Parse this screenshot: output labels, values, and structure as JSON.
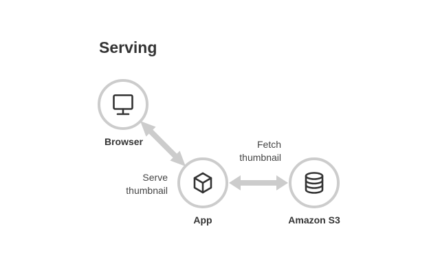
{
  "title": "Serving",
  "nodes": {
    "browser": {
      "label": "Browser",
      "icon": "monitor-icon"
    },
    "app": {
      "label": "App",
      "icon": "cube-icon"
    },
    "s3": {
      "label": "Amazon S3",
      "icon": "database-icon"
    }
  },
  "edges": {
    "browser_app": {
      "label_line1": "Serve",
      "label_line2": "thumbnail"
    },
    "app_s3": {
      "label_line1": "Fetch",
      "label_line2": "thumbnail"
    }
  },
  "colors": {
    "circle_stroke": "#cccccc",
    "arrow": "#cccccc",
    "icon": "#333333",
    "text": "#333333"
  }
}
